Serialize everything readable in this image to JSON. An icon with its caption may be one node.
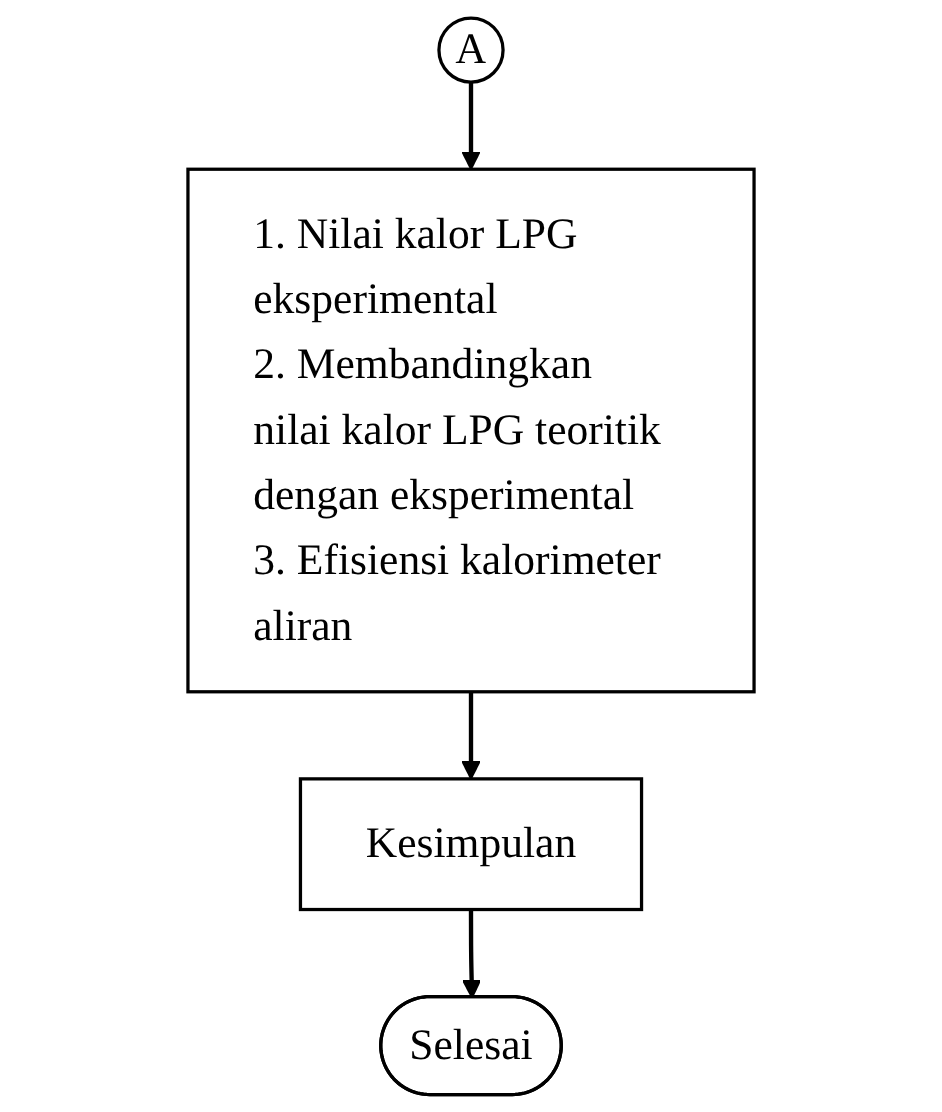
{
  "diagram": {
    "nodes": [
      {
        "text": [
          "A"
        ]
      },
      {
        "text": [
          "1. Nilai kalor LPG eksperimental",
          "2. Membandingkan nilai kalor LPG teoritik dengan eksperimental",
          "3. Efisiensi kalorimeter aliran"
        ]
      },
      {
        "text": [
          "Kesimpulan"
        ]
      },
      {
        "text": [
          "Selesai"
        ]
      }
    ],
    "edges": [
      {
        "from": 0,
        "to": 1,
        "arrow": "to"
      },
      {
        "from": 1,
        "to": 2,
        "arrow": "to"
      },
      {
        "from": 2,
        "to": 3,
        "arrow": "to"
      }
    ]
  }
}
